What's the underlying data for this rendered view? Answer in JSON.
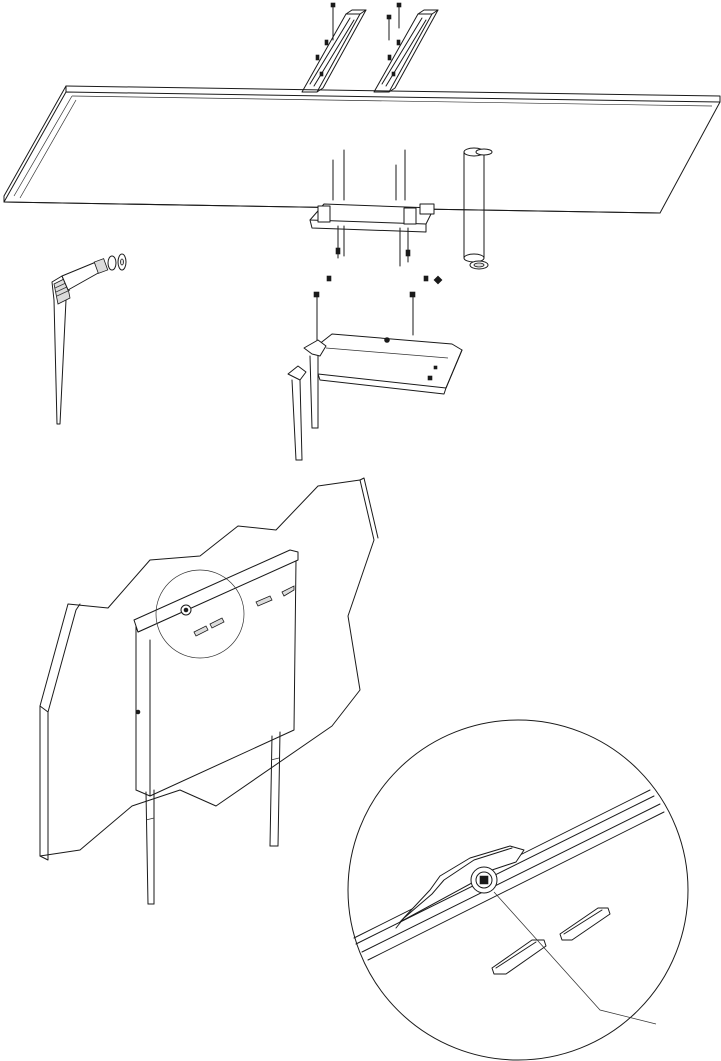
{
  "figure": {
    "type": "exploded-assembly-drawing",
    "colors": {
      "stroke": "#1a1a1a",
      "background": "#ffffff"
    },
    "panels": [
      {
        "name": "ceiling-mount-exploded-view",
        "parts": [
          "ceiling-tile",
          "t-rail-clips",
          "mounting-bracket",
          "screws",
          "access-point",
          "antennas",
          "standoff-pipe"
        ]
      },
      {
        "name": "antenna-closeup",
        "parts": [
          "swivel-antenna",
          "washer",
          "nut"
        ]
      },
      {
        "name": "wall-mount-view",
        "parts": [
          "wall",
          "access-point",
          "antennas",
          "security-screw"
        ]
      },
      {
        "name": "detail-magnifier",
        "parts": [
          "security-screw",
          "slot",
          "bracket-edge"
        ]
      }
    ]
  }
}
